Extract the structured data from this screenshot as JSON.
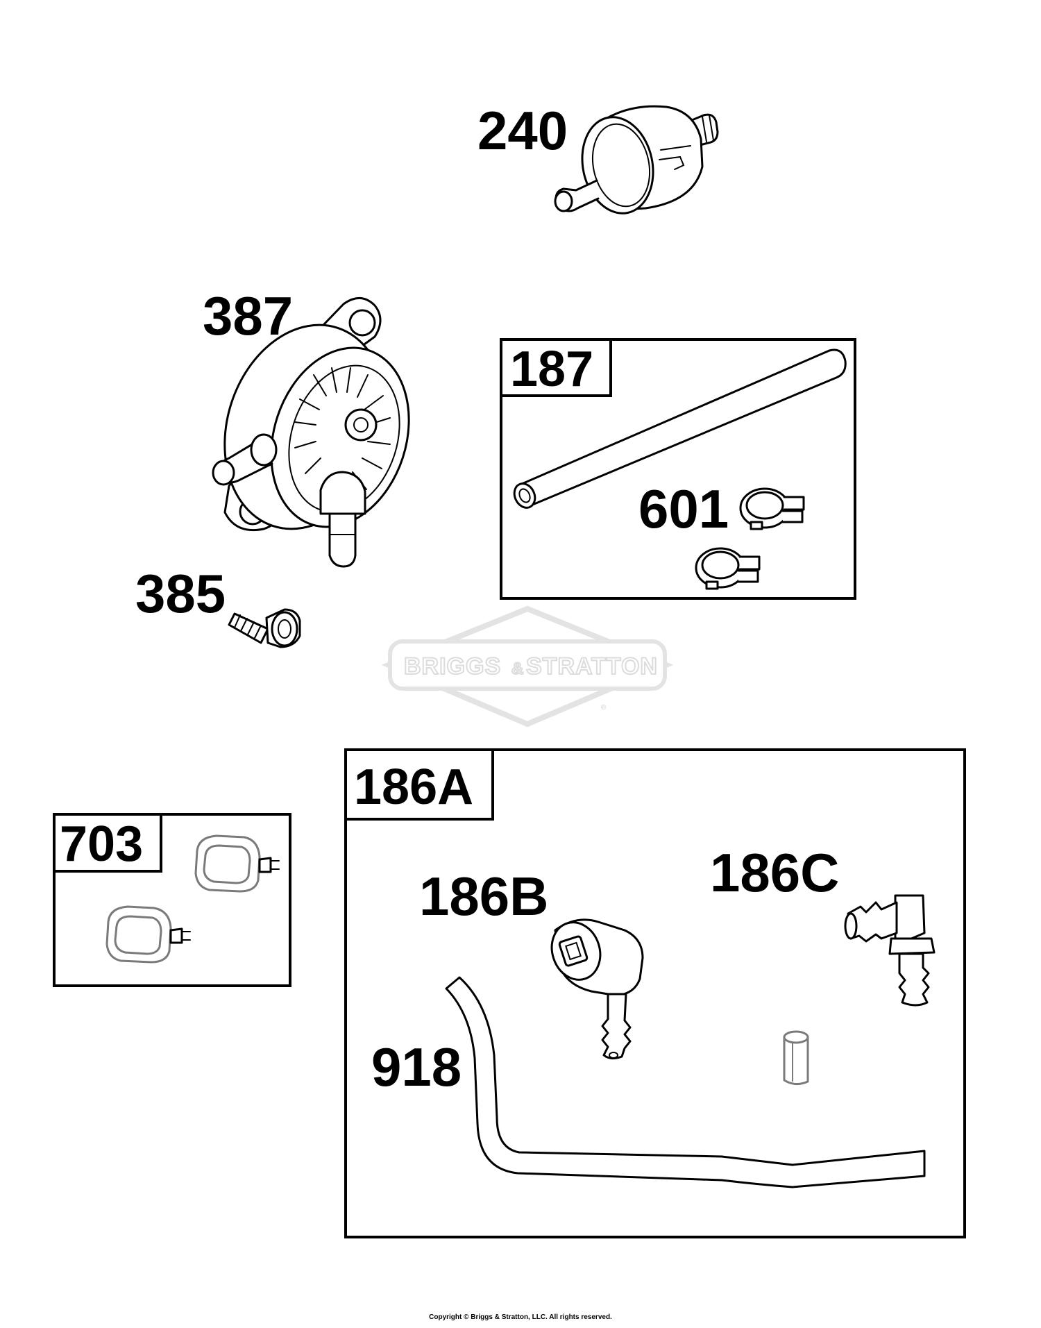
{
  "diagram": {
    "callouts": {
      "p240": "240",
      "p387": "387",
      "p385": "385",
      "p187": "187",
      "p601": "601",
      "p703": "703",
      "p186A": "186A",
      "p186B": "186B",
      "p186C": "186C",
      "p918": "918"
    },
    "watermark": {
      "brand_left": "BRIGGS",
      "brand_amp": "&",
      "brand_right": "STRATTON",
      "registered": "®"
    },
    "copyright": "Copyright © Briggs & Stratton, LLC. All rights reserved."
  },
  "icons": {
    "fuel_filter": "fuel-filter-icon",
    "fuel_pump": "fuel-pump-icon",
    "screw": "screw-icon",
    "fuel_line": "fuel-line-icon",
    "hose_clamp": "hose-clamp-icon",
    "spring_clip": "spring-clip-icon",
    "shutoff_valve": "shutoff-valve-icon",
    "elbow_fitting": "elbow-fitting-icon",
    "bushing": "bushing-icon",
    "bent_fuel_line": "bent-fuel-line-icon",
    "logo": "briggs-stratton-logo-icon"
  },
  "colors": {
    "ink": "#000000",
    "watermark": "#dcdcdc",
    "grey_part": "#7a7a7a"
  }
}
